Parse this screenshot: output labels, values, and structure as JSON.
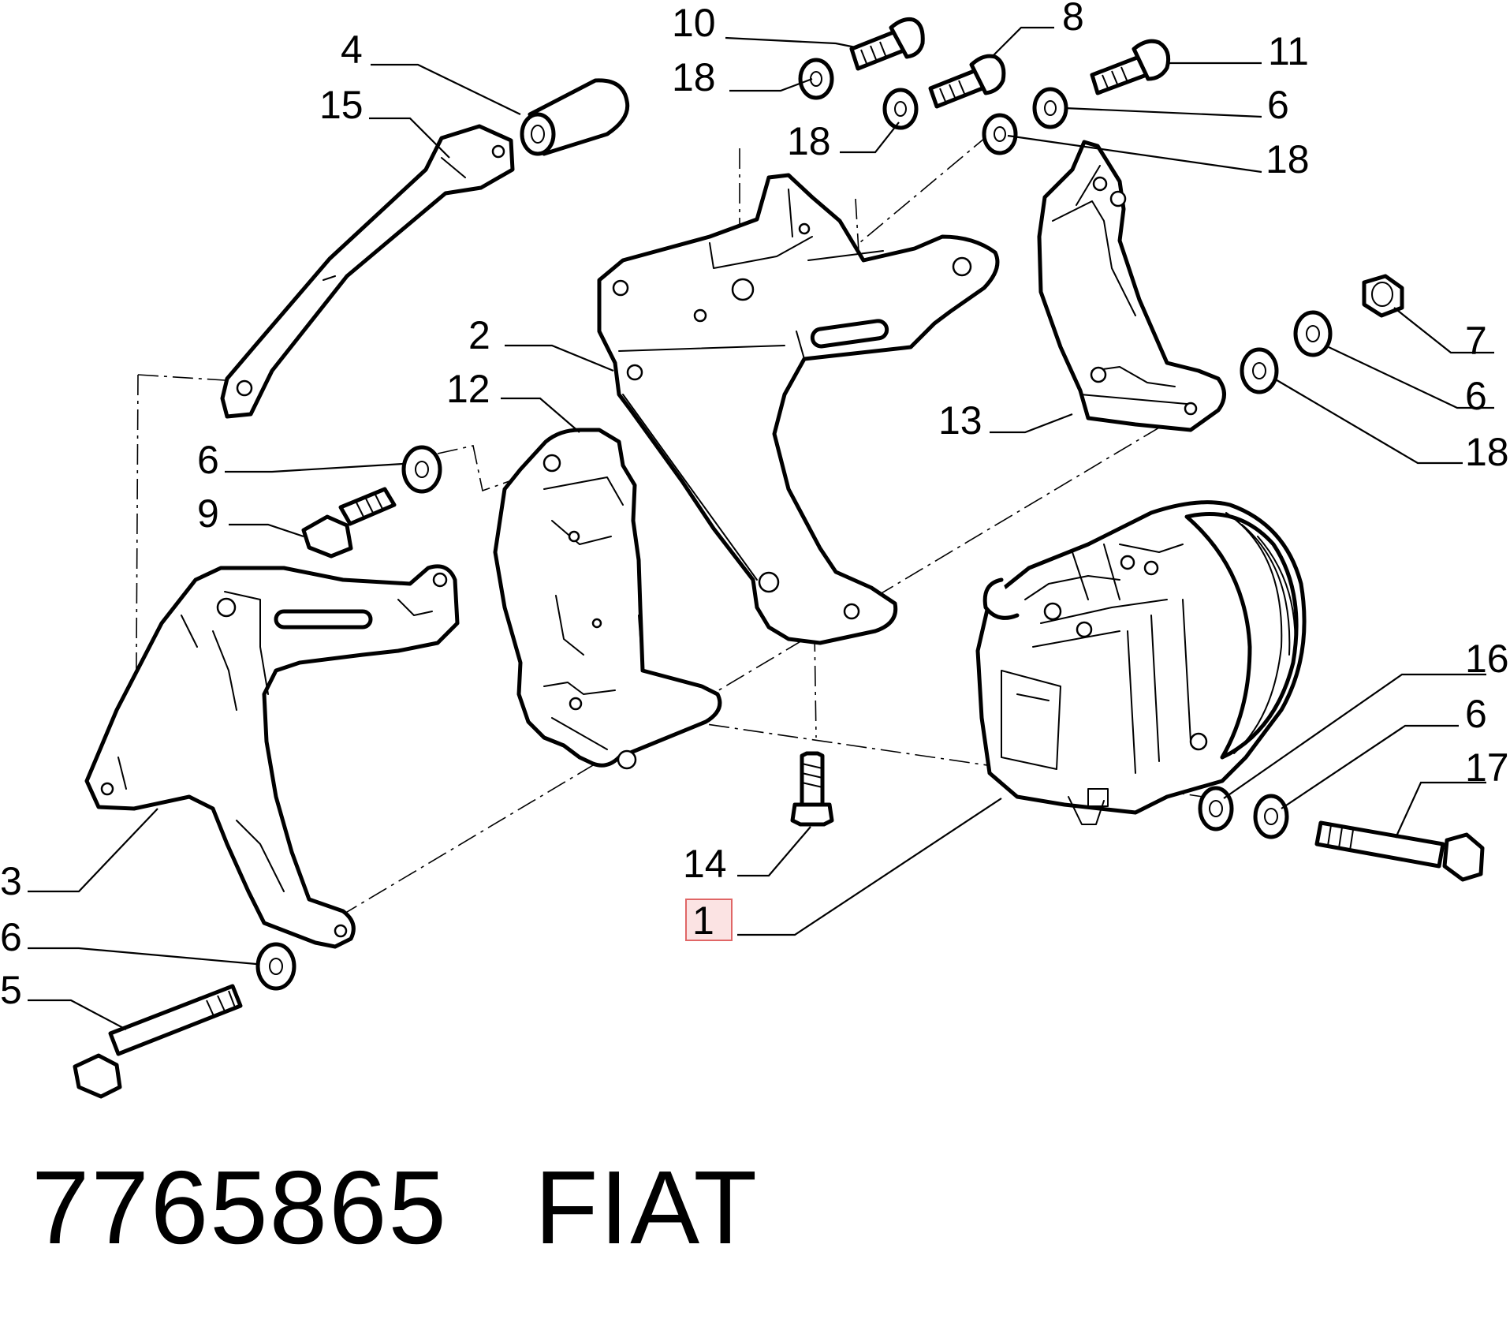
{
  "part_number": "7765865",
  "brand": "FIAT",
  "highlight_color": "#e06666",
  "callouts": {
    "c1": "1",
    "c2": "2",
    "c3": "3",
    "c4": "4",
    "c5": "5",
    "c6a": "6",
    "c6b": "6",
    "c6c": "6",
    "c6d": "6",
    "c6e": "6",
    "c7": "7",
    "c8": "8",
    "c9": "9",
    "c10": "10",
    "c11": "11",
    "c12": "12",
    "c13": "13",
    "c14": "14",
    "c15": "15",
    "c16": "16",
    "c17": "17",
    "c18a": "18",
    "c18b": "18",
    "c18c": "18",
    "c18d": "18"
  },
  "highlighted_callout": "1"
}
